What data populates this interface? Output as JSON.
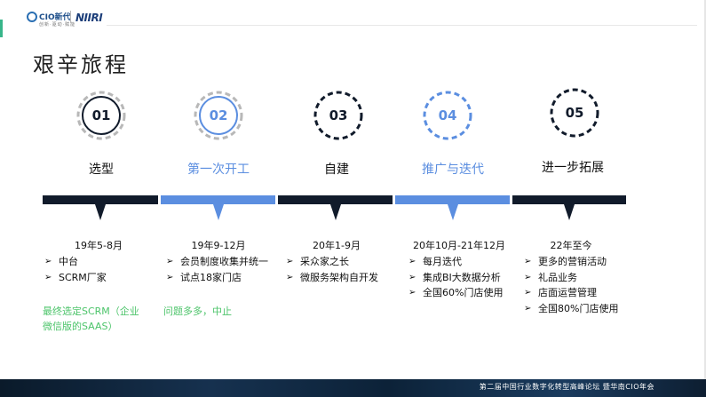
{
  "header": {
    "logo_cio_text": "CIO新代",
    "logo_cio_sub": "创新·驱动·赋能",
    "logo_niiri_text": "NIIRI"
  },
  "title": "艰辛旅程",
  "colors": {
    "dark": "#111b2b",
    "accent": "#5b8ee0",
    "note_green": "#4cc46a"
  },
  "stages": [
    {
      "number": "01",
      "label": "选型",
      "period": "19年5-8月",
      "accent": false,
      "items": [
        "中台",
        "SCRM厂家"
      ]
    },
    {
      "number": "02",
      "label": "第一次开工",
      "period": "19年9-12月",
      "accent": true,
      "items": [
        "会员制度收集并统一",
        "试点18家门店"
      ]
    },
    {
      "number": "03",
      "label": "自建",
      "period": "20年1-9月",
      "accent": false,
      "items": [
        "采众家之长",
        "微服务架构自开发"
      ]
    },
    {
      "number": "04",
      "label": "推广与迭代",
      "period": "20年10月-21年12月",
      "accent": true,
      "items": [
        "每月迭代",
        "集成BI大数据分析",
        "全国60%门店使用"
      ]
    },
    {
      "number": "05",
      "label": "进一步拓展",
      "period": "22年至今",
      "accent": false,
      "items": [
        "更多的营销活动",
        "礼品业务",
        "店面运营管理",
        "全国80%门店使用"
      ]
    }
  ],
  "notes": {
    "note1_line1": "最终选定SCRM（企业",
    "note1_line2": "微信版的SAAS）",
    "note2": "问题多多，中止"
  },
  "footer": {
    "text": "第二届中国行业数字化转型高峰论坛 暨华南CIO年会"
  }
}
